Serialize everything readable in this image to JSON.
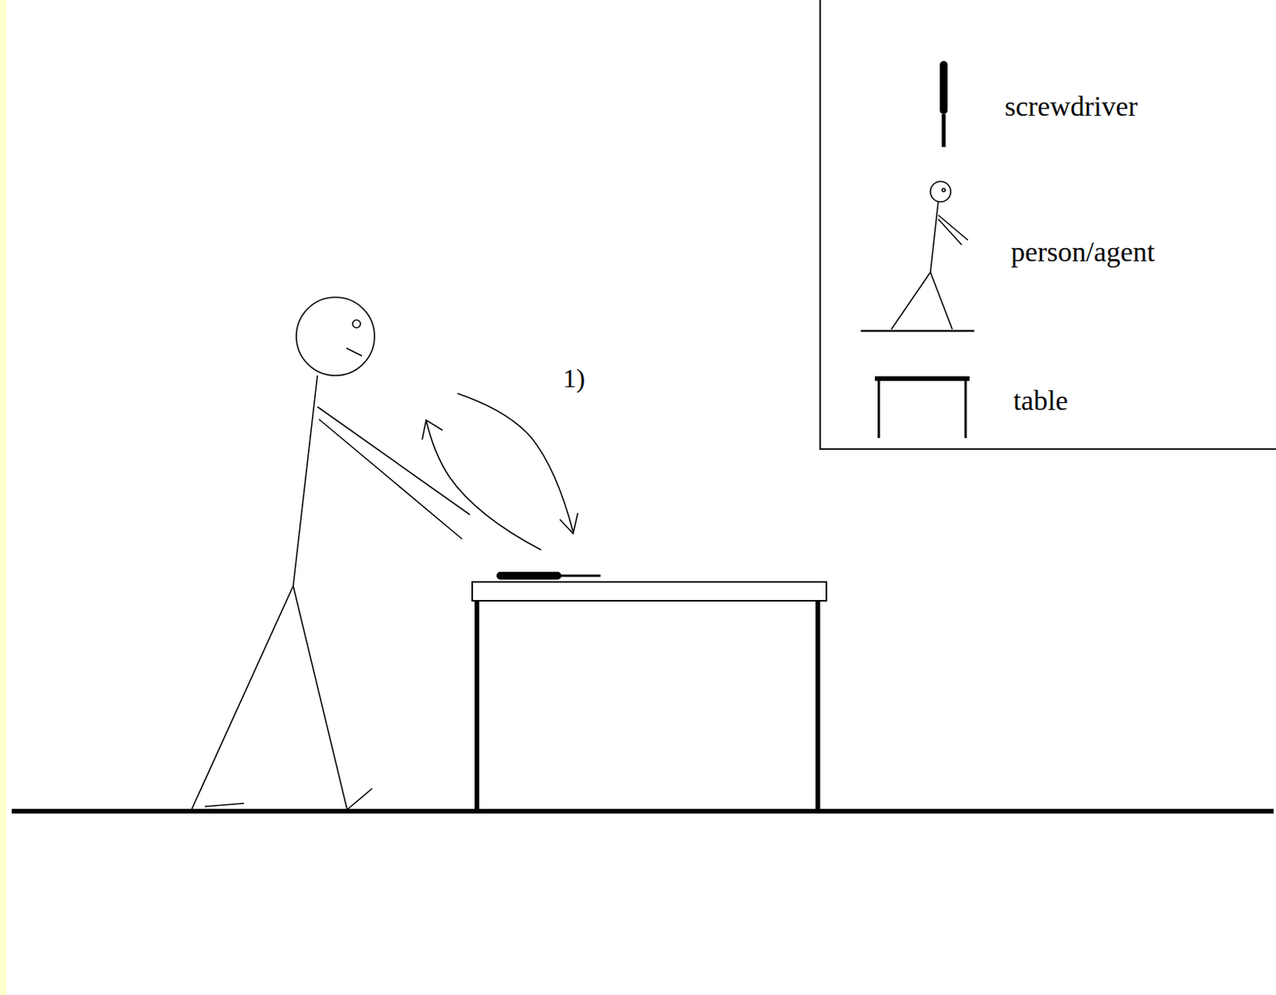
{
  "diagram": {
    "labels": [
      "1)"
    ],
    "legend": [
      {
        "text": "screwdriver"
      },
      {
        "text": "person/agent"
      },
      {
        "text": "table"
      }
    ]
  }
}
